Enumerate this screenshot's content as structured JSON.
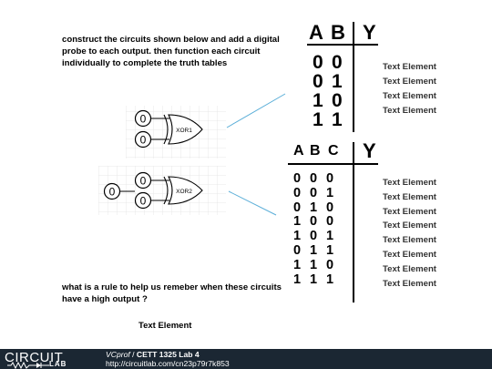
{
  "instructions": "construct the circuits shown below and add a digital probe to each output. then function each circuit individually to complete the truth tables",
  "question": "what is a rule to help us remeber when these circuits have a high output ?",
  "footer_text_element": "Text Element",
  "circuit1": {
    "inputs": [
      "0",
      "0"
    ],
    "gate_label": "XOR1"
  },
  "circuit2": {
    "outer_input": "0",
    "inputs": [
      "0",
      "0"
    ],
    "gate_label": "XOR2"
  },
  "table1": {
    "headers": [
      "A",
      "B",
      "Y"
    ],
    "rows": [
      [
        "0",
        "0"
      ],
      [
        "0",
        "1"
      ],
      [
        "1",
        "0"
      ],
      [
        "1",
        "1"
      ]
    ],
    "outputs": [
      "Text Element",
      "Text Element",
      "Text Element",
      "Text Element"
    ]
  },
  "table2": {
    "headers": [
      "A",
      "B",
      "C",
      "Y"
    ],
    "rows": [
      [
        "0",
        "0",
        "0"
      ],
      [
        "0",
        "0",
        "1"
      ],
      [
        "0",
        "1",
        "0"
      ],
      [
        "1",
        "0",
        "0"
      ],
      [
        "1",
        "0",
        "1"
      ],
      [
        "0",
        "1",
        "1"
      ],
      [
        "1",
        "1",
        "0"
      ],
      [
        "1",
        "1",
        "1"
      ]
    ],
    "outputs": [
      "Text Element",
      "Text Element",
      "Text Element",
      "Text Element",
      "Text Element",
      "Text Element",
      "Text Element",
      "Text Element"
    ]
  },
  "footer": {
    "logo_top": "CIRCUIT",
    "logo_bottom": "LAB",
    "user": "VCprof",
    "separator": " / ",
    "title": "CETT 1325 Lab 4",
    "url": "http://circuitlab.com/cn23p79r7k853"
  },
  "colors": {
    "footer_bg": "#1b2733",
    "pointer_line": "#5aaed8",
    "grid": "#dddddd"
  }
}
